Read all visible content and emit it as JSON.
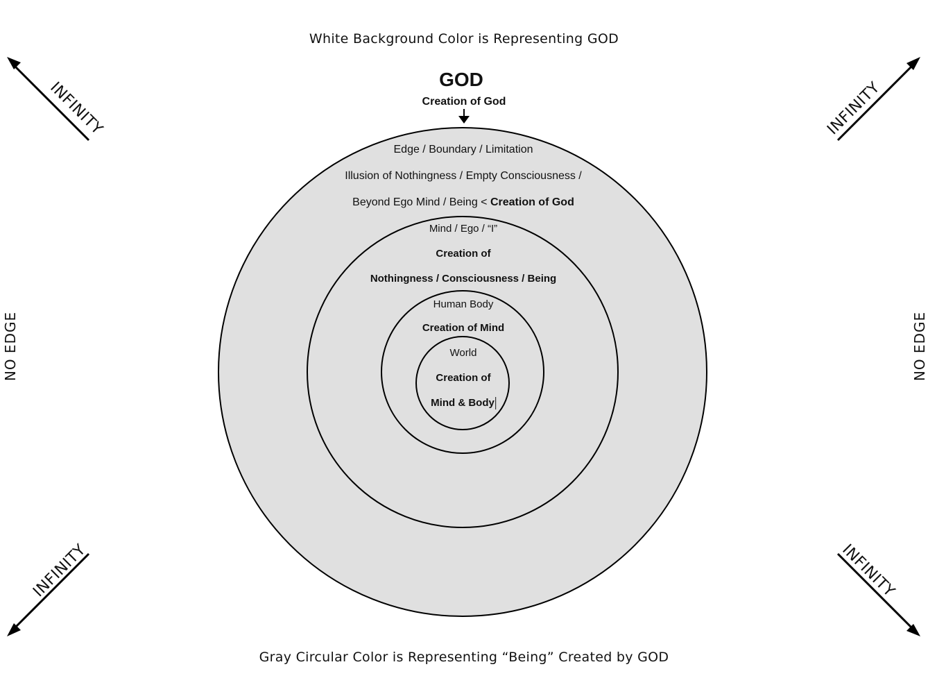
{
  "header": {
    "top_caption": "White Background Color is Representing GOD",
    "god_title": "GOD",
    "god_subtitle": "Creation of God"
  },
  "footer": {
    "bottom_caption": "Gray Circular Color is Representing “Being” Created by GOD"
  },
  "sides": {
    "left": "NO EDGE",
    "right": "NO EDGE"
  },
  "corners": {
    "top_left": "INFINITY",
    "top_right": "INFINITY",
    "bottom_left": "INFINITY",
    "bottom_right": "INFINITY"
  },
  "circles": {
    "outer": {
      "line1": "Edge / Boundary / Limitation",
      "line2": "Illusion of Nothingness / Empty Consciousness /",
      "line3_plain": "Beyond Ego Mind / Being <",
      "line3_bold": "Creation of God"
    },
    "second": {
      "line1": "Mind / Ego / “I”",
      "line2": "Creation of",
      "line3": "Nothingness / Consciousness / Being"
    },
    "third": {
      "line1": "Human Body",
      "line2": "Creation of Mind"
    },
    "inner": {
      "line1": "World",
      "line2": "Creation of",
      "line3": "Mind & Body"
    }
  },
  "colors": {
    "being_gray": "#e0e0e0",
    "background_white": "#ffffff",
    "stroke": "#000000"
  }
}
